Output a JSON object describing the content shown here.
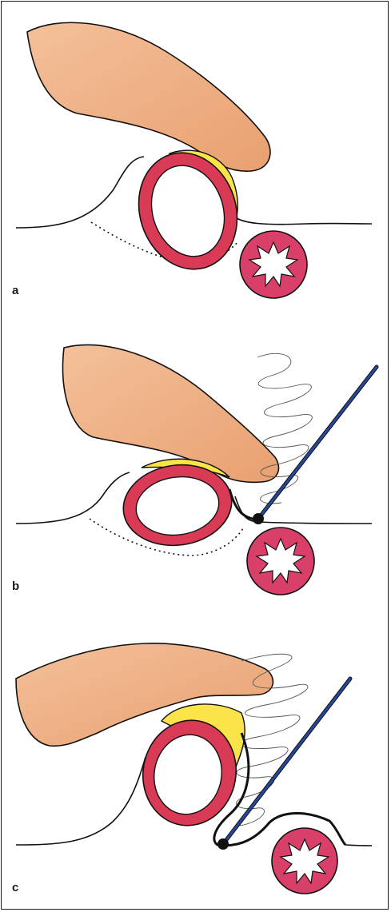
{
  "panels": [
    {
      "label": "a"
    },
    {
      "label": "b"
    },
    {
      "label": "c"
    }
  ],
  "colors": {
    "finger": "#f0b385",
    "finger_shade": "#e39a6c",
    "fat": "#fbe34a",
    "vessel_wall": "#d93a55",
    "vessel_wall_dark": "#b8233f",
    "bowel": "#d8406a",
    "instrument": "#27479a",
    "outline": "#111111"
  }
}
